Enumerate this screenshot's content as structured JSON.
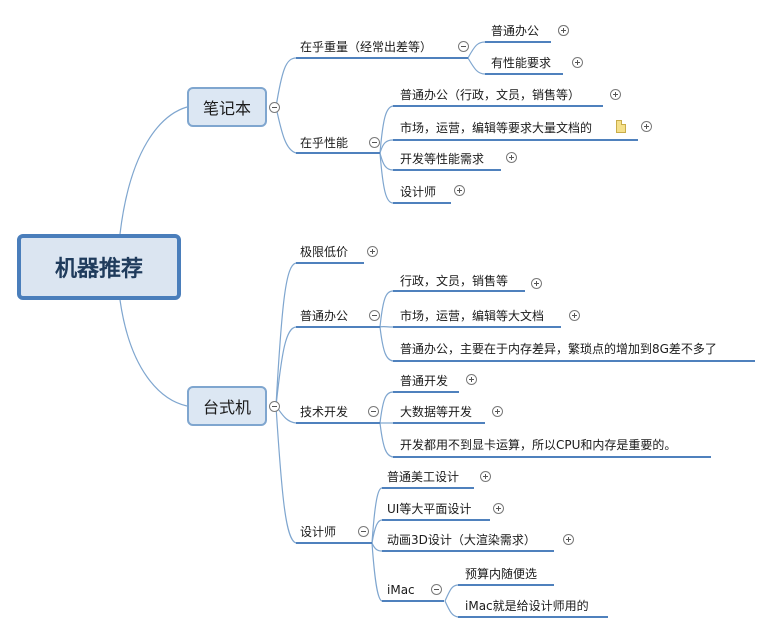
{
  "root": "机器推荐",
  "laptop": {
    "label": "笔记本",
    "weight": {
      "label": "在乎重量（经常出差等）",
      "children": [
        "普通办公",
        "有性能要求"
      ]
    },
    "performance": {
      "label": "在乎性能",
      "children": [
        "普通办公（行政，文员，销售等）",
        "市场，运营，编辑等要求大量文档的",
        "开发等性能需求",
        "设计师"
      ]
    }
  },
  "desktop": {
    "label": "台式机",
    "budget": {
      "label": "极限低价"
    },
    "office": {
      "label": "普通办公",
      "children": [
        "行政，文员，销售等",
        "市场，运营，编辑等大文档",
        "普通办公，主要在于内存差异，繁琐点的增加到8G差不多了"
      ]
    },
    "tech": {
      "label": "技术开发",
      "children": [
        "普通开发",
        "大数据等开发",
        "开发都用不到显卡运算，所以CPU和内存是重要的。"
      ]
    },
    "designer": {
      "label": "设计师",
      "children": [
        "普通美工设计",
        "UI等大平面设计",
        "动画3D设计（大渲染需求）"
      ],
      "imac": {
        "label": "iMac",
        "children": [
          "预算内随便选",
          "iMac就是给设计师用的"
        ]
      }
    }
  },
  "icons": {
    "expand": "plus-circle-icon",
    "collapse": "minus-circle-icon",
    "note": "note-icon"
  },
  "colors": {
    "branch": "#4f81bd",
    "connector": "#7fa6cf",
    "root_fill": "#dbe5f1",
    "root_border": "#4a7ebb"
  }
}
